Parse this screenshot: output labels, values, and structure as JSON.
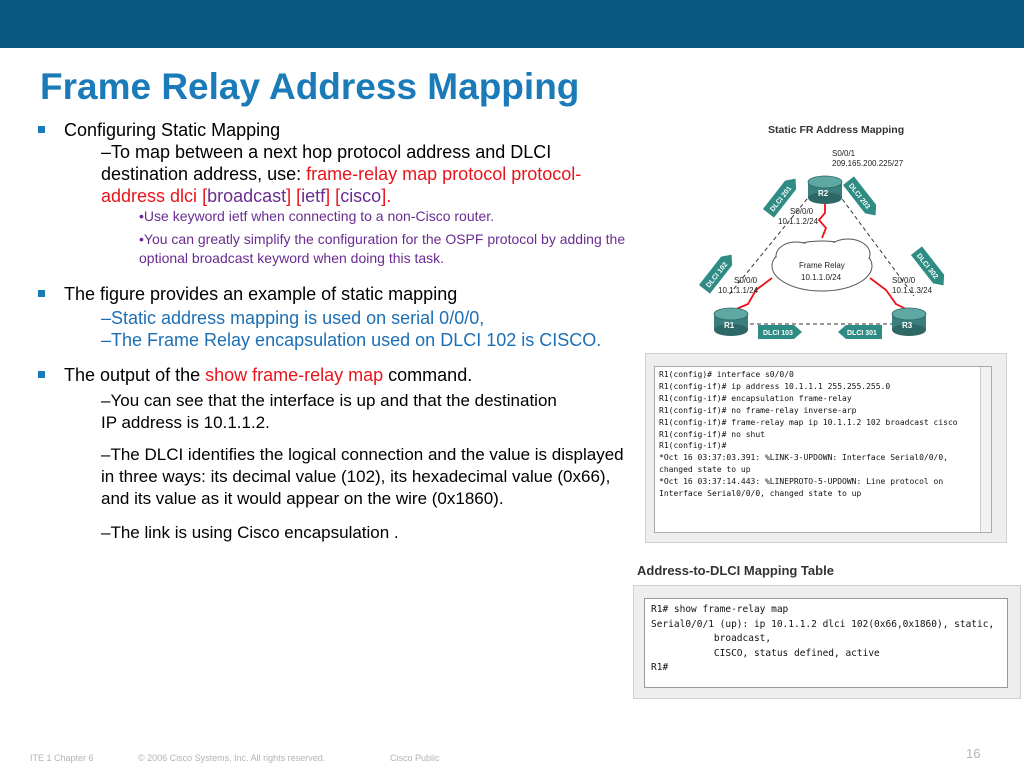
{
  "slide": {
    "title": "Frame Relay Address Mapping",
    "footer": {
      "course": "ITE 1 Chapter 6",
      "copyright": "© 2006 Cisco Systems, Inc. All rights reserved.",
      "classification": "Cisco Public",
      "page": "16"
    }
  },
  "bullets": {
    "b1": {
      "text": "Configuring Static Mapping",
      "sub1_pre": "–To map between a next hop protocol address and DLCI destination address, use: ",
      "sub1_cmd": "frame-relay map protocol protocol-address dlci ",
      "sub1_br1": "[",
      "sub1_opt1": "broadcast",
      "sub1_br2": "] [",
      "sub1_opt2": "ietf",
      "sub1_br3": "] [",
      "sub1_opt3": "cisco",
      "sub1_br4": "].",
      "note1": "•Use keyword ietf when connecting to a non-Cisco router.",
      "note2": "•You can greatly simplify the configuration for the OSPF protocol by adding the optional broadcast keyword when doing this task."
    },
    "b2": {
      "text": "The figure provides an example of static mapping",
      "sub1": "–Static address mapping is used on serial 0/0/0,",
      "sub2": "–The Frame Relay encapsulation used on DLCI 102 is CISCO."
    },
    "b3": {
      "text_pre": "The output of the ",
      "text_cmd": "show frame-relay map",
      "text_post": " command.",
      "sub1": "–You can see that the interface is up and that the destination IP address is 10.1.1.2.",
      "sub2": "–The DLCI identifies the logical connection and the value is displayed in three ways: its decimal value (102), its hexadecimal value (0x66), and its value as it would appear on the wire (0x1860).",
      "sub3": "–The link is using Cisco encapsulation ."
    }
  },
  "diagram": {
    "title": "Static FR Address Mapping",
    "r2_port": "S0/0/1",
    "r2_ip": "209.165.200.225/27",
    "r2_name": "R2",
    "r2_lan_port": "S0/0/0",
    "r2_lan_ip": "10.1.1.2/24",
    "cloud_label": "Frame Relay",
    "cloud_ip": "10.1.1.0/24",
    "r1_name": "R1",
    "r1_port": "S0/0/0",
    "r1_ip": "10.1.1.1/24",
    "r3_name": "R3",
    "r3_port": "S0/0/0",
    "r3_ip": "10.1.1.3/24",
    "dlci_201": "DLCI 201",
    "dlci_203": "DLCI 203",
    "dlci_102": "DLCI 102",
    "dlci_302": "DLCI 302",
    "dlci_103": "DLCI 103",
    "dlci_301": "DLCI 301",
    "router_color": "#3a7f7d",
    "arrow_color": "#2f8c84",
    "link_color": "#e8141b"
  },
  "console": {
    "lines": [
      "R1(config)# interface s0/0/0",
      "R1(config-if)# ip address 10.1.1.1 255.255.255.0",
      "R1(config-if)# encapsulation frame-relay",
      "R1(config-if)# no frame-relay inverse-arp",
      "R1(config-if)# frame-relay map ip 10.1.1.2 102 broadcast cisco",
      "R1(config-if)# no shut",
      "R1(config-if)#",
      "*Oct 16 03:37:03.391: %LINK-3-UPDOWN: Interface Serial0/0/0,",
      "changed state to up",
      "*Oct 16 03:37:14.443: %LINEPROTO-5-UPDOWN: Line protocol on",
      "Interface Serial0/0/0, changed state to up"
    ]
  },
  "mapping": {
    "title": "Address-to-DLCI Mapping Table",
    "lines": [
      "R1# show frame-relay map",
      "Serial0/0/1 (up): ip 10.1.1.2 dlci 102(0x66,0x1860), static,",
      "           broadcast,",
      "           CISCO, status defined, active",
      "R1#"
    ]
  }
}
